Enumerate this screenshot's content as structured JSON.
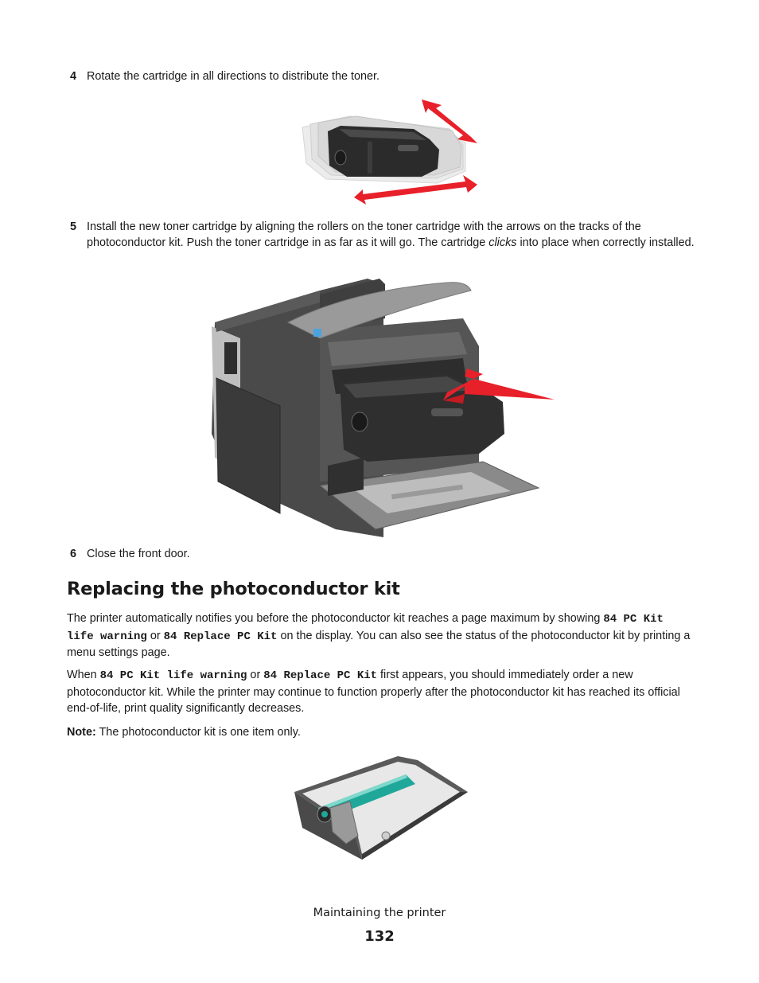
{
  "steps": {
    "s4": {
      "num": "4",
      "text": "Rotate the cartridge in all directions to distribute the toner."
    },
    "s5": {
      "num": "5",
      "text_before": "Install the new toner cartridge by aligning the rollers on the toner cartridge with the arrows on the tracks of the photoconductor kit. Push the toner cartridge in as far as it will go. The cartridge ",
      "text_em": "clicks",
      "text_after": " into place when correctly installed."
    },
    "s6": {
      "num": "6",
      "text": "Close the front door."
    }
  },
  "section": {
    "heading": "Replacing the photoconductor kit",
    "p1": {
      "a": "The printer automatically notifies you before the photoconductor kit reaches a page maximum by showing ",
      "code1": "84 PC Kit life warning",
      "b": " or ",
      "code2": "84 Replace PC Kit",
      "c": " on the display. You can also see the status of the photoconductor kit by printing a menu settings page."
    },
    "p2": {
      "a": "When ",
      "code1": "84 PC Kit life warning",
      "b": " or ",
      "code2": "84 Replace PC Kit",
      "c": " first appears, you should immediately order a new photoconductor kit. While the printer may continue to function properly after the photoconductor kit has reached its official end-of-life, print quality significantly decreases."
    },
    "note_label": "Note:",
    "note_text": " The photoconductor kit is one item only."
  },
  "footer": {
    "title": "Maintaining the printer",
    "page": "132"
  },
  "colors": {
    "arrow_red": "#e8202a",
    "printer_dark": "#3a3a3a",
    "photoconductor_teal": "#1fa89a"
  }
}
